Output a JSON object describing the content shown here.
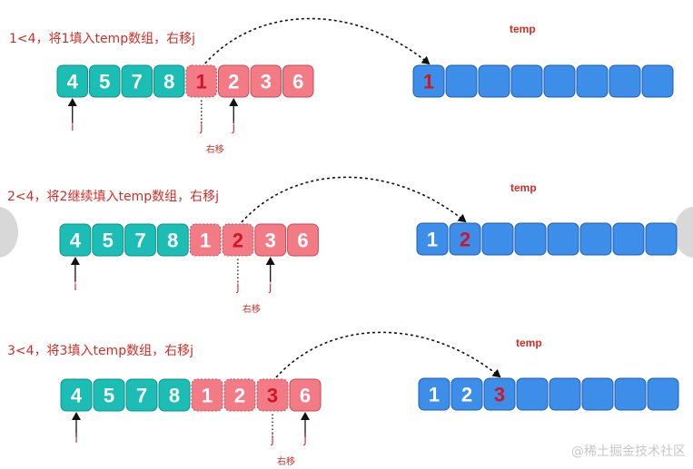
{
  "colors": {
    "teal": "#1bbdb5",
    "teal_border": "#0f8f8a",
    "pink": "#f27b86",
    "pink_border": "#c84a57",
    "blue": "#3d8ee8",
    "blue_border": "#1e5eb0",
    "highlight_text": "#d01626",
    "caption": "#d42b24",
    "label": "#d42b24"
  },
  "steps": [
    {
      "caption": "1<4，将1填入temp数组，右移j",
      "array": [
        "4",
        "5",
        "7",
        "8",
        "1",
        "2",
        "3",
        "6"
      ],
      "temp": [
        "1",
        "",
        "",
        "",
        "",
        "",
        "",
        ""
      ],
      "temp_label": "temp",
      "i_label": "i",
      "j_old_label": "j",
      "j_new_label": "j",
      "move_label": "右移"
    },
    {
      "caption": "2<4，将2继续填入temp数组，右移j",
      "array": [
        "4",
        "5",
        "7",
        "8",
        "1",
        "2",
        "3",
        "6"
      ],
      "temp": [
        "1",
        "2",
        "",
        "",
        "",
        "",
        "",
        ""
      ],
      "temp_label": "temp",
      "i_label": "i",
      "j_old_label": "j",
      "j_new_label": "j",
      "move_label": "右移"
    },
    {
      "caption": "3<4，将3填入temp数组，右移j",
      "array": [
        "4",
        "5",
        "7",
        "8",
        "1",
        "2",
        "3",
        "6"
      ],
      "temp": [
        "1",
        "2",
        "3",
        "",
        "",
        "",
        "",
        ""
      ],
      "temp_label": "temp",
      "i_label": "i",
      "j_old_label": "j",
      "j_new_label": "j",
      "move_label": "右移"
    }
  ],
  "watermark": "@稀土掘金技术社区"
}
